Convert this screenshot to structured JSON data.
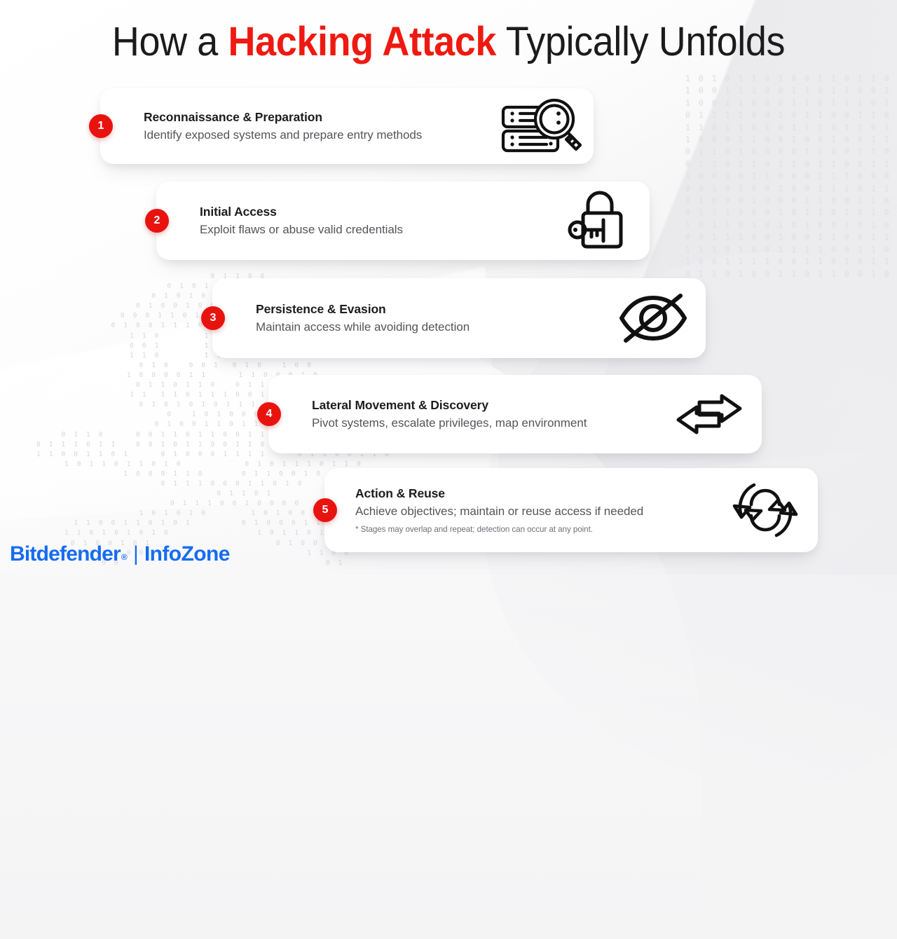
{
  "title": {
    "lead": "How a ",
    "accent": "Hacking Attack",
    "trail": " Typically Unfolds",
    "accent_color": "#ee1a12"
  },
  "theme": {
    "badge_color": "#e8130f",
    "card_background": "#ffffff",
    "page_background": "#f4f4f5",
    "brand_blue": "#156cf0"
  },
  "stages": [
    {
      "number": "1",
      "title": "Reconnaissance & Preparation",
      "description": "Identify exposed systems and prepare entry methods",
      "icon": "server-magnifier-icon"
    },
    {
      "number": "2",
      "title": "Initial Access",
      "description": "Exploit flaws or abuse valid credentials",
      "icon": "padlock-key-icon"
    },
    {
      "number": "3",
      "title": "Persistence & Evasion",
      "description": "Maintain access while avoiding detection",
      "icon": "eye-off-icon"
    },
    {
      "number": "4",
      "title": "Lateral Movement & Discovery",
      "description": "Pivot systems, escalate privileges, map environment",
      "icon": "bidirectional-arrows-icon"
    },
    {
      "number": "5",
      "title": "Action & Reuse",
      "description": "Achieve objectives; maintain or reuse access if needed",
      "note": "* Stages may overlap and repeat; detection can occur at any point.",
      "icon": "refresh-cycle-icon"
    }
  ],
  "logo": {
    "brand": "Bitdefender",
    "registered": "®",
    "separator": "|",
    "product": "InfoZone"
  },
  "background": {
    "binary_grid": "1 0 1 0 1 1 0 1 0 0 1 1 0 1 1 0 0 1 0 0\n1 0 0 1 1 1 0 0 1 1 0 1 1 0 0 1 1 0 0 0 1 1 0 1 1\n1 0 0 1 1 0 0 0 1 1 0 1 1 1 0 1 1 0 1 0 0 1 0 1 1\n0 1 1 1 1 0 0 1 0 1 1 0 0 1 1 0 1 0 0 1 0 1 0 0 1\n1 1 0 1 1 0 1 0 1 1 1 0 1 1 0 1 1 0 1 0 0 1 0 0 1\n1 0 0 0 1 1 0 0 1 0 0 1 0 0 1 1 0 0 0 1 1 0 1 1 0\n0 1 1 0 1 0 0 0 0 1 1 0 0 1 1 0 1 0 0 1 1 1 0 0 1\n0 1 1 0 1 1 0 1 1 0 1 1 0 0 1 1 0 1 0 0 1 0 1 1 0\n1 0 0 0 0 1 1 0 0 0 1 1 1 0 0 0 1 1 0 1 0 1 1 1 0\n0 0 1 0 1 0 0 1 0 0 1 1 1 0 1 1 0 1 0 1 0 1 1 1 1\n0 1 0 0 0 1 0 0 0 1 1 0 0 1 1 0 1 0 1 1 0 0 1 1 0\n0 1 1 1 0 0 0 1 0 1 1 0 1 0 1 0 1 0 0 0 0 1 1 0 0\n1 0 1 1 0 1 0 1 0 1 0 0 1 0 1 0 1 1 0 1 1 0 0 1 1\n0 0 1 1 1 0 0 1 0 0 1 1 0 0 1 1 1 0 1 1 0 1 1 1 0\n1 1 1 0 1 0 0 1 1 1 1 0 0 1 1 0 1 0 1 0 1 0 1 0 1\n1 0 0 1 1 1 1 0 0 1 1 0 1 0 1 1 0 1 1 1 0 0 1 0 1\n0 1 1 0 1 0 0 1 1 0 1 1 0 0 1 0 1 0 0 1 1 1 0 0 1",
    "binary_skull": "        0 1 1 0 0\n      0 1 0 1 1 0 0 1 1 0 0\n     0 1 0 1 0 0 0 1 1 1 1 0 0\n    0 1 0 0 1 0 0 1 1 0 1 1 0 1 0\n   0 0 0 1 1 0 1 1 1 0 0 0 1 1 0 0 1\n  0 1 0 0 1 1 1 0 0 1 1 0 1 0 0 0 0 1\n  1 1 0       1 1 0       0 1 1\n  0 0 1       1 0 1       1 0 0\n  1 1 0       1 1 0       0 1 0\n    0 1 0   0 0 1  0 1 0   1 0 0\n   1 0 0 0 0 1 1     1 1 0 0 0 1 0\n    0 1 1 0 1 1 0   0 1 1 0 1 0 1\n    1 1  1 1 0 1 1 1 0 0 1 1 1  0 1\n     0 1 0 1 0 1 0 1 1 1 0 1 0 1 0\n       0   1 0 1 0 0 0 1    0\n      0 1 0 0 1 1 0 1 1 0 1 0 1\n 0 1 1 0     0 0 1 1 0 1 1 0 0 1 1 1 0      1 1 0 0\n0 1 1 1 0 1 1   0 0 1 0 1 1 0 0 1 1 0 0 0   0 1 1 1 0 1 1\n1 1 0 0 1 1 0 1     0 1 0 0 0 1 1 1 1     0 1 1 0 0 1 1 0\n1 0 1 1 0 1 1 0 1 0          0 1 0 1 1 1 0 1 1 0\n   1 0 0 0 1 1 0      0 1 1 0 0 1 0\n      0 1 1 1 0 0 0 1 1 0 1 0\n          0 1 1 0 1\n       0 1 1 1 0 0 1 0 0 0 0\n     1 0 1 0 1 0       1 0 1 0 0 1\n 1 1 0 0 1 1 0 1 0 1        0 1 0 0 0 1 1 0 0 1\n1 1 0 1 0 1 0 1 0              1 0 1 1 0 1 0 1 0\n0 1 0 0 1 0 1                    0 1 0 0 1 0 1\n  0 1 1 0 0                          1 1 0 0\n   0 0                                 0 1"
  }
}
